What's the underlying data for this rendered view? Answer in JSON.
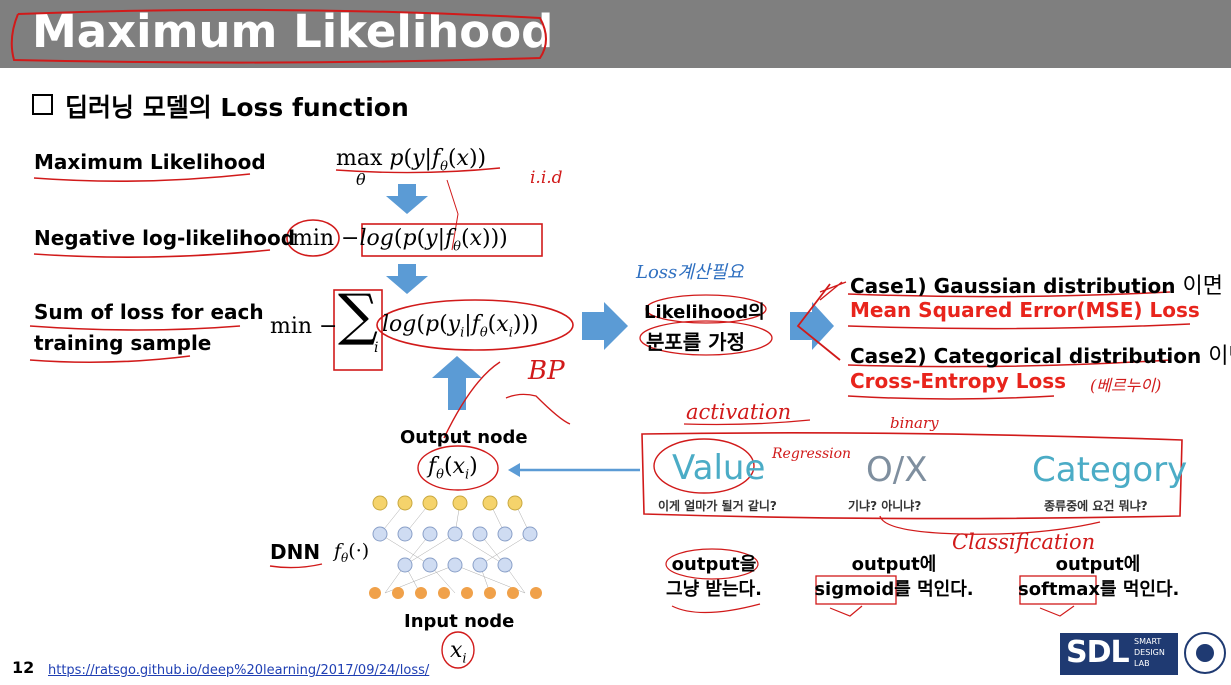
{
  "header": {
    "title": "Maximum Likelihood"
  },
  "subtitle": "딥러닝 모델의 Loss function",
  "rows": {
    "max_label": "Maximum Likelihood",
    "nll_label": "Negative log-likelihood",
    "sum_label_1": "Sum of loss for each",
    "sum_label_2": "training sample"
  },
  "loss_calc_note": "Loss계산필요",
  "likelihood_box": {
    "line1": "Likelihood의",
    "line2": "분포를 가정"
  },
  "cases": [
    {
      "name": "Case1) Gaussian distribution",
      "suffix": "이면",
      "loss": "Mean Squared Error(MSE) Loss"
    },
    {
      "name": "Case2) Categorical distribution",
      "suffix": "이면",
      "loss": "Cross-Entropy Loss"
    }
  ],
  "network": {
    "output_label": "Output node",
    "dnn_label": "DNN",
    "input_label": "Input node"
  },
  "task_types": [
    {
      "title": "Value",
      "question": "이게 얼마가 될거 같니?",
      "note_1": "output을",
      "note_2": "그냥 받는다."
    },
    {
      "title": "O/X",
      "question": "기냐? 아니냐?",
      "note_1": "output에",
      "note_2": "sigmoid를 먹인다."
    },
    {
      "title": "Category",
      "question": "종류중에 요건 뭐냐?",
      "note_1": "output에",
      "note_2": "softmax를 먹인다."
    }
  ],
  "handwriting": {
    "iid": "i.i.d",
    "bp": "BP",
    "activation": "activation",
    "binary": "binary",
    "regression": "Regression",
    "classification": "Classification",
    "bernoulli": "(베르누이)"
  },
  "footer": {
    "slide_number": "12",
    "link": "https://ratsgo.github.io/deep%20learning/2017/09/24/loss/"
  },
  "logo": {
    "text": "SDL",
    "line1": "SMART",
    "line2": "DESIGN",
    "line3": "LAB"
  },
  "colors": {
    "arrow_blue": "#5b9bd5",
    "accent_red": "#e8241c",
    "value_teal": "#4bacc6",
    "title_bar": "#7f7f7f"
  }
}
